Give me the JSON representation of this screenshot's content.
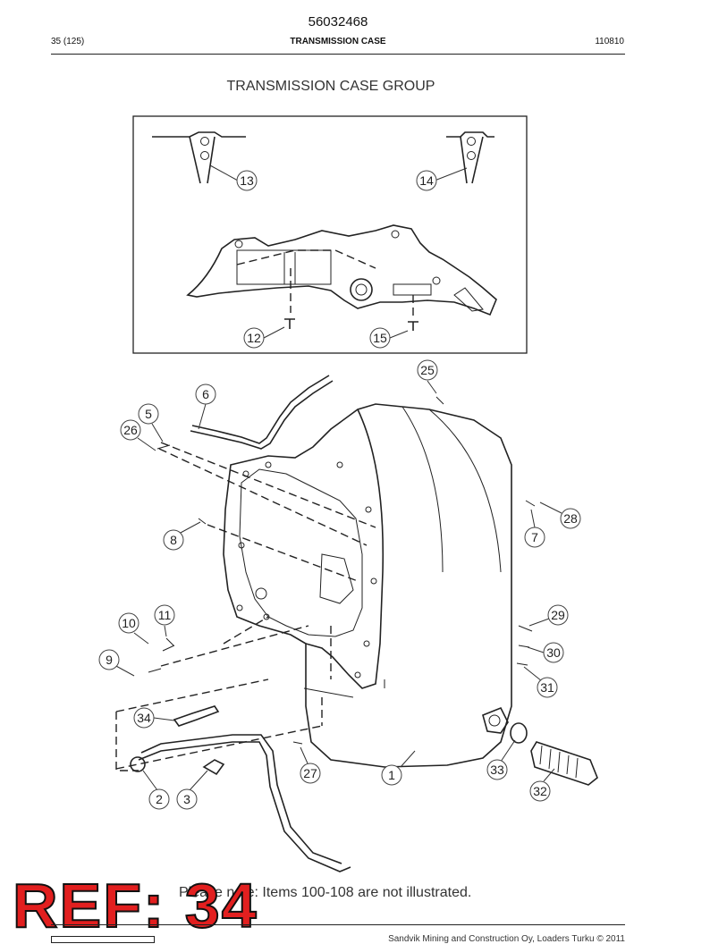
{
  "header": {
    "doc_number": "56032468",
    "page": "35 (125)",
    "section": "TRANSMISSION CASE",
    "date_code": "110810"
  },
  "title": "TRANSMISSION CASE GROUP",
  "callouts": [
    "13",
    "14",
    "12",
    "15",
    "25",
    "6",
    "5",
    "26",
    "28",
    "7",
    "8",
    "11",
    "10",
    "29",
    "9",
    "30",
    "31",
    "34",
    "27",
    "1",
    "33",
    "2",
    "3",
    "32"
  ],
  "note": "Please note: Items 100-108 are not illustrated.",
  "stamp": "REF: 34",
  "footer": {
    "copyright": "Sandvik Mining and Construction Oy, Loaders Turku © 2011"
  }
}
